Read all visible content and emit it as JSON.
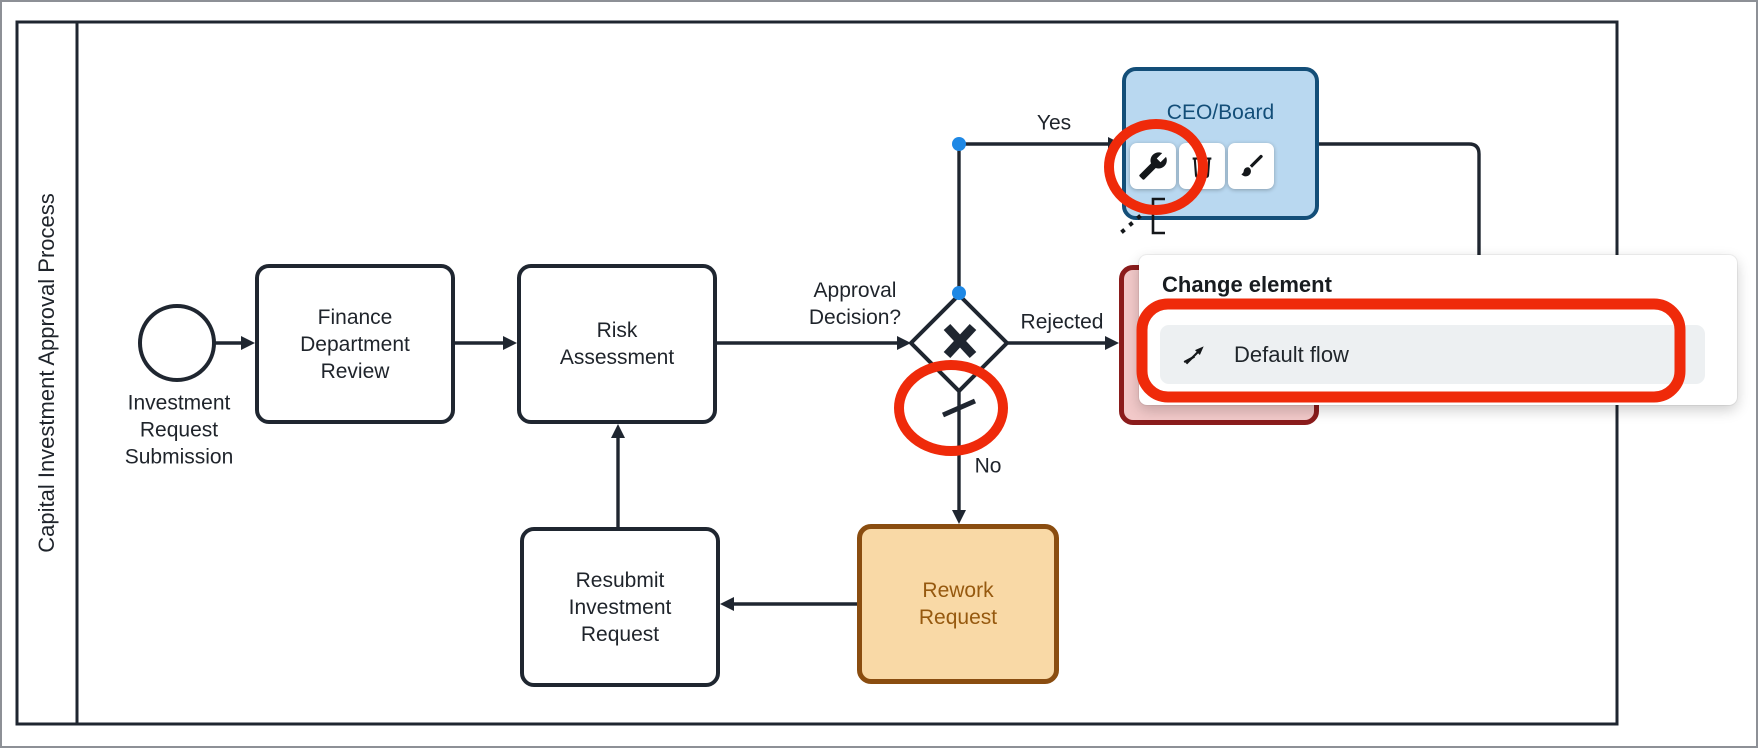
{
  "pool": {
    "label": "Capital Investment Approval Process"
  },
  "nodes": {
    "start": {
      "type": "start-event",
      "label": "Investment\nRequest\nSubmission"
    },
    "finance": {
      "type": "task",
      "label": "Finance\nDepartment\nReview"
    },
    "risk": {
      "type": "task",
      "label": "Risk\nAssessment"
    },
    "resubmit": {
      "type": "task",
      "label": "Resubmit\nInvestment\nRequest"
    },
    "rework": {
      "type": "task",
      "label": "Rework\nRequest",
      "fill": "#f9d9a6",
      "stroke": "#8a4d10"
    },
    "ceo": {
      "type": "task",
      "label": "CEO/Board",
      "fill": "#b9d8f0",
      "stroke": "#134e78"
    },
    "rejected_task": {
      "type": "task",
      "label": "",
      "fill": "#f2c9c9",
      "stroke": "#8b1c1c"
    },
    "gateway": {
      "type": "exclusive-gateway",
      "label": "Approval\nDecision?"
    }
  },
  "edge_labels": {
    "yes": "Yes",
    "rejected": "Rejected",
    "no": "No"
  },
  "context_pad": {
    "icons": [
      "wrench",
      "trash",
      "paintbrush",
      "connect",
      "text-annotation"
    ]
  },
  "popup": {
    "title": "Change element",
    "items": [
      {
        "icon": "default-flow-icon",
        "label": "Default flow"
      }
    ]
  },
  "colors": {
    "line": "#1f2630",
    "annotation": "#ef2a0a",
    "bendpoint": "#1e88e5",
    "blue-fill": "#b9d8f0",
    "blue-stroke": "#134e78",
    "orange-fill": "#f9d9a6",
    "orange-stroke": "#8a4d10",
    "red-fill": "#f2c9c9",
    "red-stroke": "#8b1c1c",
    "popup-row": "#edf0f2"
  }
}
